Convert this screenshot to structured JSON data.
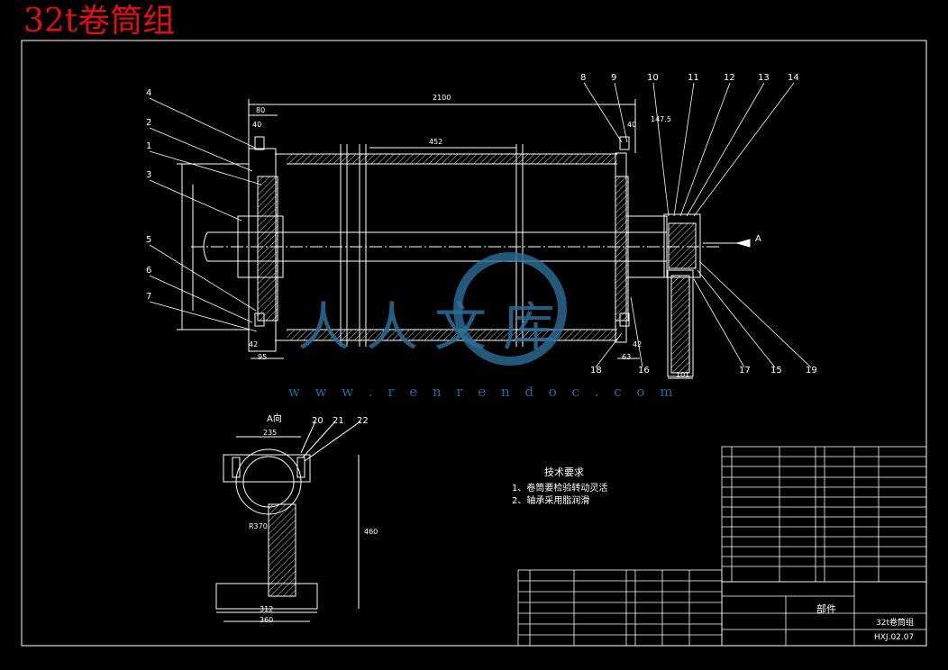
{
  "drawing": {
    "title": "32t卷筒组",
    "view_label": "A向",
    "direction_label": "A",
    "tech_requirements": {
      "heading": "技术要求",
      "items": [
        "1、卷筒要检验转动灵活",
        "2、轴承采用脂润滑"
      ]
    },
    "dimensions": {
      "length_total": "2100",
      "pitch": "452",
      "flange_left": "80",
      "offset_left": "40",
      "offset_right": "40",
      "right_gap": "147.5",
      "left_bottom_1": "42",
      "left_bottom_2": "95",
      "right_bottom_1": "63",
      "right_bottom_2": "42",
      "right_bottom_3": "101",
      "view_a_top": "235",
      "view_a_height": "460",
      "view_a_bottom_1": "312",
      "view_a_bottom_2": "360",
      "view_a_radius": "R370"
    },
    "callouts_top": [
      "8",
      "9",
      "10",
      "11",
      "12",
      "13",
      "14"
    ],
    "callouts_left": [
      "4",
      "2",
      "1",
      "3",
      "5",
      "6",
      "7"
    ],
    "callouts_bottom": [
      "18",
      "16",
      "17",
      "15",
      "19"
    ],
    "callouts_view_a": [
      "20",
      "21",
      "22"
    ],
    "title_block": {
      "part_label": "部件",
      "name": "32t卷筒组",
      "drawing_no": "HXJ.02.07"
    }
  },
  "watermark": {
    "text": "w w w . r e n r e n d o c . c o m",
    "chars": "人人文库"
  },
  "colors": {
    "background": "#000000",
    "lines": "#ffffff",
    "title": "#e01010",
    "watermark": "#2a6f99"
  }
}
